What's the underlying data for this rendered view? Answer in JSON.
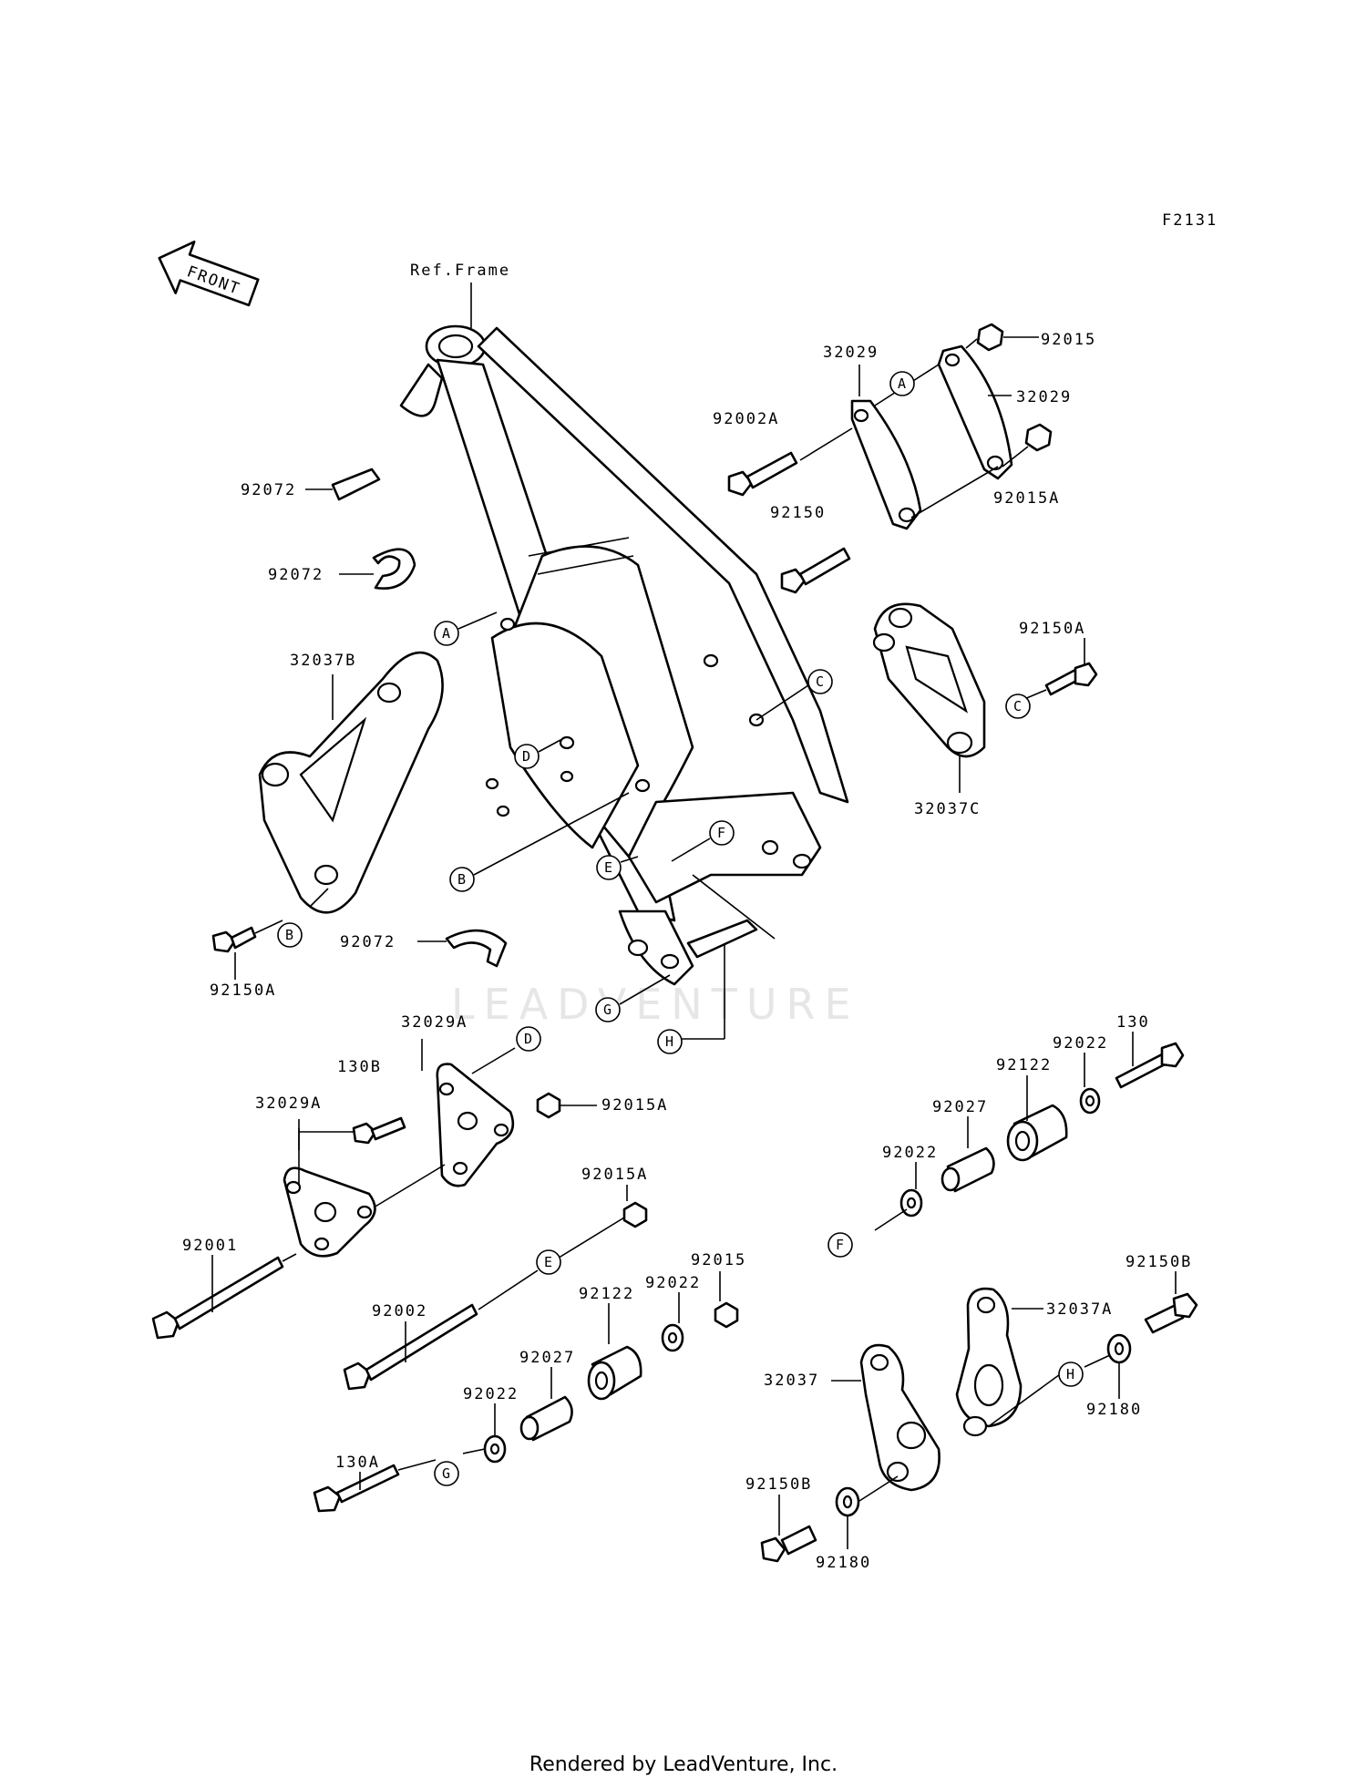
{
  "diagram_code": "F2131",
  "front_label": "FRONT",
  "ref_frame_label": "Ref.Frame",
  "watermark": "LEADVENTURE",
  "footer": "Rendered by LeadVenture, Inc.",
  "part_labels": {
    "p92015_top": "92015",
    "p32029_left": "32029",
    "p32029_right": "32029",
    "p92002A": "92002A",
    "p92015A_top": "92015A",
    "p92150": "92150",
    "p92072_a": "92072",
    "p92072_b": "92072",
    "p92072_c": "92072",
    "p32037B": "32037B",
    "p92150A_left": "92150A",
    "p92150A_right": "92150A",
    "p32037C": "32037C",
    "p32029A_upper": "32029A",
    "p32029A_lower": "32029A",
    "p130B": "130B",
    "p92015A_mid": "92015A",
    "p92015A_low": "92015A",
    "p92001": "92001",
    "p92002": "92002",
    "p92015_low": "92015",
    "p92022_a": "92022",
    "p92122_left": "92122",
    "p92027_left": "92027",
    "p92022_b": "92022",
    "p130A": "130A",
    "p130": "130",
    "p92022_c": "92022",
    "p92122_right": "92122",
    "p92027_right": "92027",
    "p92022_d": "92022",
    "p92150B_right": "92150B",
    "p32037A": "32037A",
    "p32037": "32037",
    "p92180_right": "92180",
    "p92150B_left": "92150B",
    "p92180_left": "92180"
  },
  "refs": {
    "A1": "A",
    "A2": "A",
    "B1": "B",
    "B2": "B",
    "C1": "C",
    "C2": "C",
    "D1": "D",
    "D2": "D",
    "E1": "E",
    "E2": "E",
    "F1": "F",
    "F2": "F",
    "G1": "G",
    "G2": "G",
    "H1": "H",
    "H2": "H"
  }
}
